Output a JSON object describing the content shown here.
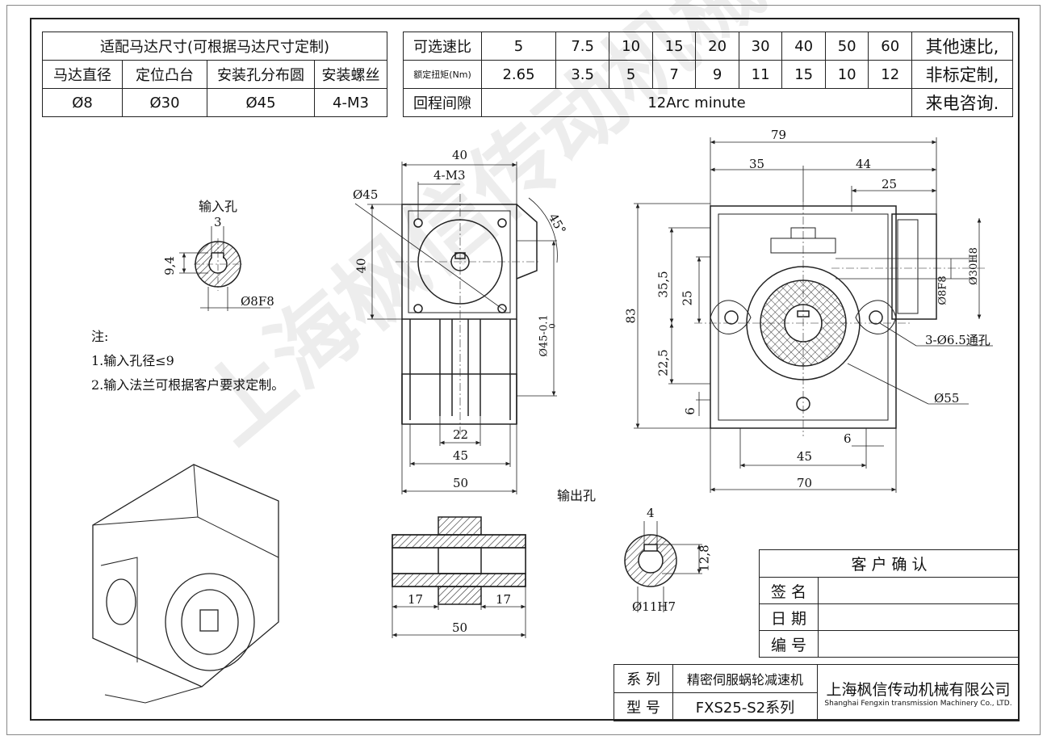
{
  "motor_table": {
    "title": "适配马达尺寸(可根据马达尺寸定制)",
    "headers": [
      "马达直径",
      "定位凸台",
      "安装孔分布圆",
      "安装螺丝"
    ],
    "values": [
      "Ø8",
      "Ø30",
      "Ø45",
      "4-M3"
    ]
  },
  "ratio_table": {
    "ratio_label": "可选速比",
    "ratios": [
      "5",
      "7.5",
      "10",
      "15",
      "20",
      "30",
      "40",
      "50",
      "60"
    ],
    "torque_label": "额定扭矩(Nm)",
    "torques": [
      "2.65",
      "3.5",
      "5",
      "7",
      "9",
      "11",
      "15",
      "10",
      "12"
    ],
    "backlash_label": "回程间隙",
    "backlash_value": "12Arc minute",
    "note_lines": [
      "其他速比,",
      "非标定制,",
      "来电咨询."
    ]
  },
  "input_hole": {
    "title": "输入孔",
    "key_width": "3",
    "height": "9,4",
    "dia": "Ø8F8"
  },
  "notes": {
    "heading": "注:",
    "lines": [
      "1.输入孔径≤9",
      "2.输入法兰可根据客户要求定制。"
    ]
  },
  "front_view": {
    "width_top": "40",
    "screws": "4-M3",
    "pcd": "Ø45",
    "height": "40",
    "angle": "45°",
    "flange_dia": "Ø45-0.1",
    "tol": "0",
    "dim_22": "22",
    "dim_45": "45",
    "dim_50": "50"
  },
  "side_view": {
    "dim_79": "79",
    "dim_35": "35",
    "dim_44": "44",
    "dim_25_top": "25",
    "dim_83": "83",
    "dim_35_5": "35,5",
    "dim_25": "25",
    "dim_22_5": "22,5",
    "dim_6_left": "6",
    "dim_45": "45",
    "dim_70": "70",
    "dim_6_right": "6",
    "shaft_dia": "Ø30H8",
    "bore_dia": "Ø8F8",
    "holes": "3-Ø6.5通孔",
    "circle": "Ø55"
  },
  "output_hole": {
    "title": "输出孔",
    "dim_17_left": "17",
    "dim_17_right": "17",
    "dim_50": "50",
    "key_width": "4",
    "height": "12,8",
    "dia": "Ø11H7"
  },
  "confirm_table": {
    "title": "客 户 确 认",
    "rows": [
      "签 名",
      "日 期",
      "编 号"
    ]
  },
  "series_table": {
    "series_label": "系 列",
    "series_value": "精密伺服蜗轮减速机",
    "model_label": "型 号",
    "model_value": "FXS25-S2系列",
    "company_cn": "上海枫信传动机械有限公司",
    "company_en": "Shanghai Fengxin transmission Machinery Co., LTD."
  },
  "watermark": "上海枫信传动机械有限公司"
}
